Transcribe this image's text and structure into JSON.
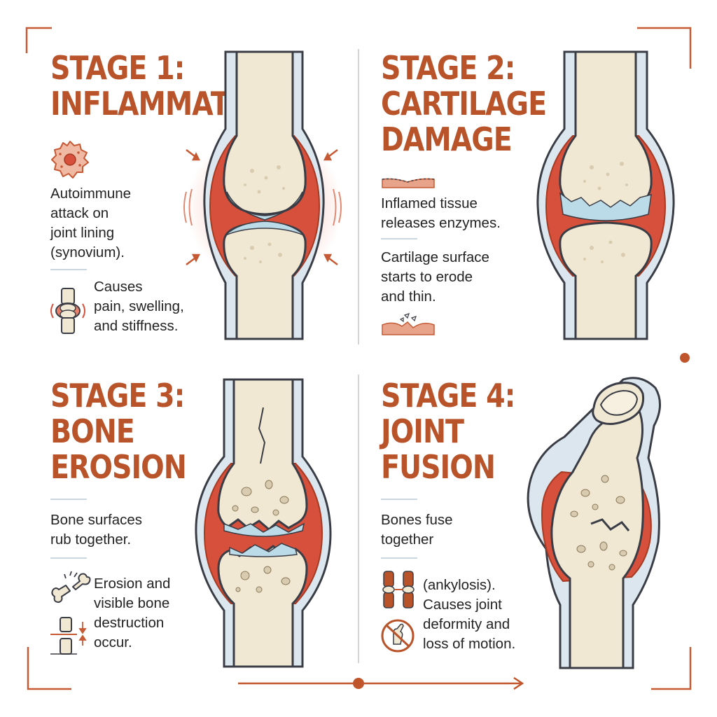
{
  "stages": [
    {
      "title_lines": [
        "STAGE 1:",
        "INFLAMMATION"
      ],
      "blocks": [
        {
          "icon": "inflamed-cell-icon",
          "lines": [
            "Autoimmune",
            "attack on",
            "joint lining",
            "(synovium)."
          ]
        },
        {
          "icon": "swollen-joint-icon",
          "lines": [
            "Causes",
            "pain, swelling,",
            "and stiffness."
          ]
        }
      ]
    },
    {
      "title_lines": [
        "STAGE 2:",
        "CARTILAGE",
        "DAMAGE"
      ],
      "blocks": [
        {
          "icon": "cartilage-surface-icon",
          "lines": [
            "Inflamed tissue",
            "releases enzymes."
          ]
        },
        {
          "icon": "eroding-cartilage-icon",
          "lines": [
            "Cartilage surface",
            "starts to erode",
            "and thin."
          ]
        }
      ]
    },
    {
      "title_lines": [
        "STAGE 3:",
        "BONE",
        "EROSION"
      ],
      "blocks": [
        {
          "icon": null,
          "lines": [
            "Bone surfaces",
            "rub together."
          ]
        },
        {
          "icon": "broken-bone-icon",
          "lines": [
            "Erosion and",
            "visible bone",
            "destruction",
            "occur."
          ]
        }
      ],
      "extra_icon": "narrowing-joint-icon"
    },
    {
      "title_lines": [
        "STAGE 4:",
        "JOINT",
        "FUSION"
      ],
      "blocks": [
        {
          "icon": null,
          "lines": [
            "Bones fuse",
            "together"
          ]
        },
        {
          "icon": "fused-bones-icon",
          "lines": [
            "(ankylosis).",
            "Causes joint",
            "deformity and",
            "loss of motion."
          ]
        }
      ],
      "extra_icon": "no-bending-icon"
    }
  ],
  "colors": {
    "title": "#b8532a",
    "text": "#232323",
    "bone": "#f1e8d3",
    "bone_outline": "#3a3d45",
    "cartilage": "#bcdbe8",
    "synovium": "#d6503c",
    "capsule": "#dbe6ee",
    "accent": "#c65a35"
  }
}
